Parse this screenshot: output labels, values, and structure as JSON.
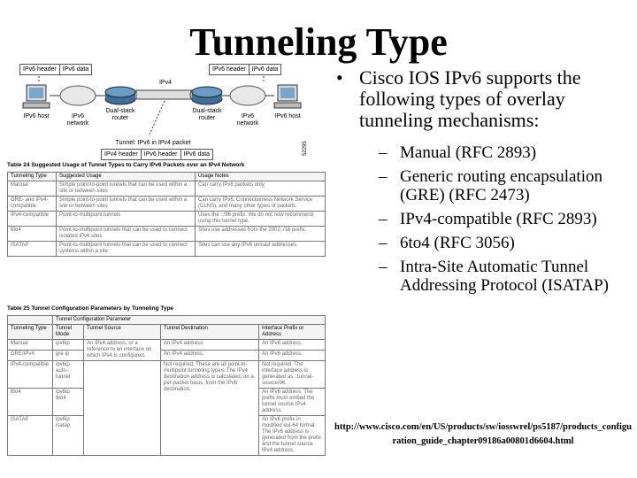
{
  "slide": {
    "title": "Tunneling Type",
    "main_bullet": "Cisco IOS IPv6 supports the following types of overlay tunneling mechanisms:",
    "sub_bullets": [
      "Manual (RFC 2893)",
      "Generic routing encapsulation (GRE) (RFC 2473)",
      "IPv4-compatible (RFC 2893)",
      "6to4 (RFC 3056)",
      "Intra-Site Automatic Tunnel Addressing Protocol (ISATAP)"
    ],
    "reference_url": "http://www.cisco.com/en/US/products/sw/iosswrel/ps5187/products_configuration_guide_chapter09186a00801d6604.html"
  },
  "figure": {
    "left_packet": [
      "IPv6 header",
      "IPv6 data"
    ],
    "right_packet": [
      "IPv6 header",
      "IPv6 data"
    ],
    "tunnel_packet": [
      "IPv4 header",
      "IPv6 header",
      "IPv6 data"
    ],
    "tunnel_label": "Tunnel: IPv6 in IPv4 packet",
    "nodes": {
      "left_host": "IPv6 host",
      "left_network": "IPv6 network",
      "left_router": "Dual-stack router",
      "right_router": "Dual-stack router",
      "right_network": "IPv6 network",
      "right_host": "IPv6 host",
      "cloud": "IPv4"
    },
    "figure_id": "52295"
  },
  "table24": {
    "caption": "Table 24   Suggested Usage of Tunnel Types to Carry IPv6 Packets over an IPv4 Network",
    "headers": [
      "Tunneling Type",
      "Suggested Usage",
      "Usage Notes"
    ],
    "rows": [
      [
        "Manual",
        "Simple point-to-point tunnels that can be used within a site or between sites",
        "Can carry IPv6 packets only."
      ],
      [
        "GRE- and IPv4-compatible",
        "Simple point-to-point tunnels that can be used within a site or between sites",
        "Can carry IPv6, Connectionless Network Service (CLNS), and many other types of packets."
      ],
      [
        "IPv4-compatible",
        "Point-to-multipoint tunnels",
        "Uses the ::/96 prefix. We do not now recommend using this tunnel type."
      ],
      [
        "6to4",
        "Point-to-multipoint tunnels that can be used to connect isolated IPv6 sites",
        "Sites use addresses from the 2002::/16 prefix."
      ],
      [
        "ISATAP",
        "Point-to-multipoint tunnels that can be used to connect systems within a site",
        "Sites can use any IPv6 unicast addresses."
      ]
    ]
  },
  "table25": {
    "caption": "Table 25   Tunnel Configuration Parameters by Tunneling Type",
    "group_header": "Tunnel Configuration Parameter",
    "headers": [
      "Tunneling Type",
      "Tunnel Mode",
      "Tunnel Source",
      "Tunnel Destination",
      "Interface Prefix or Address"
    ],
    "rows": [
      [
        "Manual",
        "ipv6ip",
        "An IPv4 address, or a reference to an interface on which IPv4 is configured.",
        "An IPv4 address.",
        "An IPv6 address."
      ],
      [
        "GRE/IPv4",
        "gre ip",
        "",
        "An IPv4 address.",
        "An IPv6 address."
      ],
      [
        "IPv4-compatible",
        "ipv6ip auto-tunnel",
        "",
        "Not required. These are all point-to-multipoint tunneling types. The IPv4 destination address is calculated, on a per-packet basis, from the IPv6 destination.",
        "Not required. The interface address is generated as ::tunnel-source/96."
      ],
      [
        "6to4",
        "ipv6ip 6to4",
        "",
        "",
        "An IPv6 address. The prefix must embed the tunnel source IPv4 address."
      ],
      [
        "ISATAP",
        "ipv6ip isatap",
        "",
        "",
        "An IPv6 prefix in modified eui-64 format. The IPv6 address is generated from the prefix and the tunnel source IPv4 address."
      ]
    ]
  }
}
